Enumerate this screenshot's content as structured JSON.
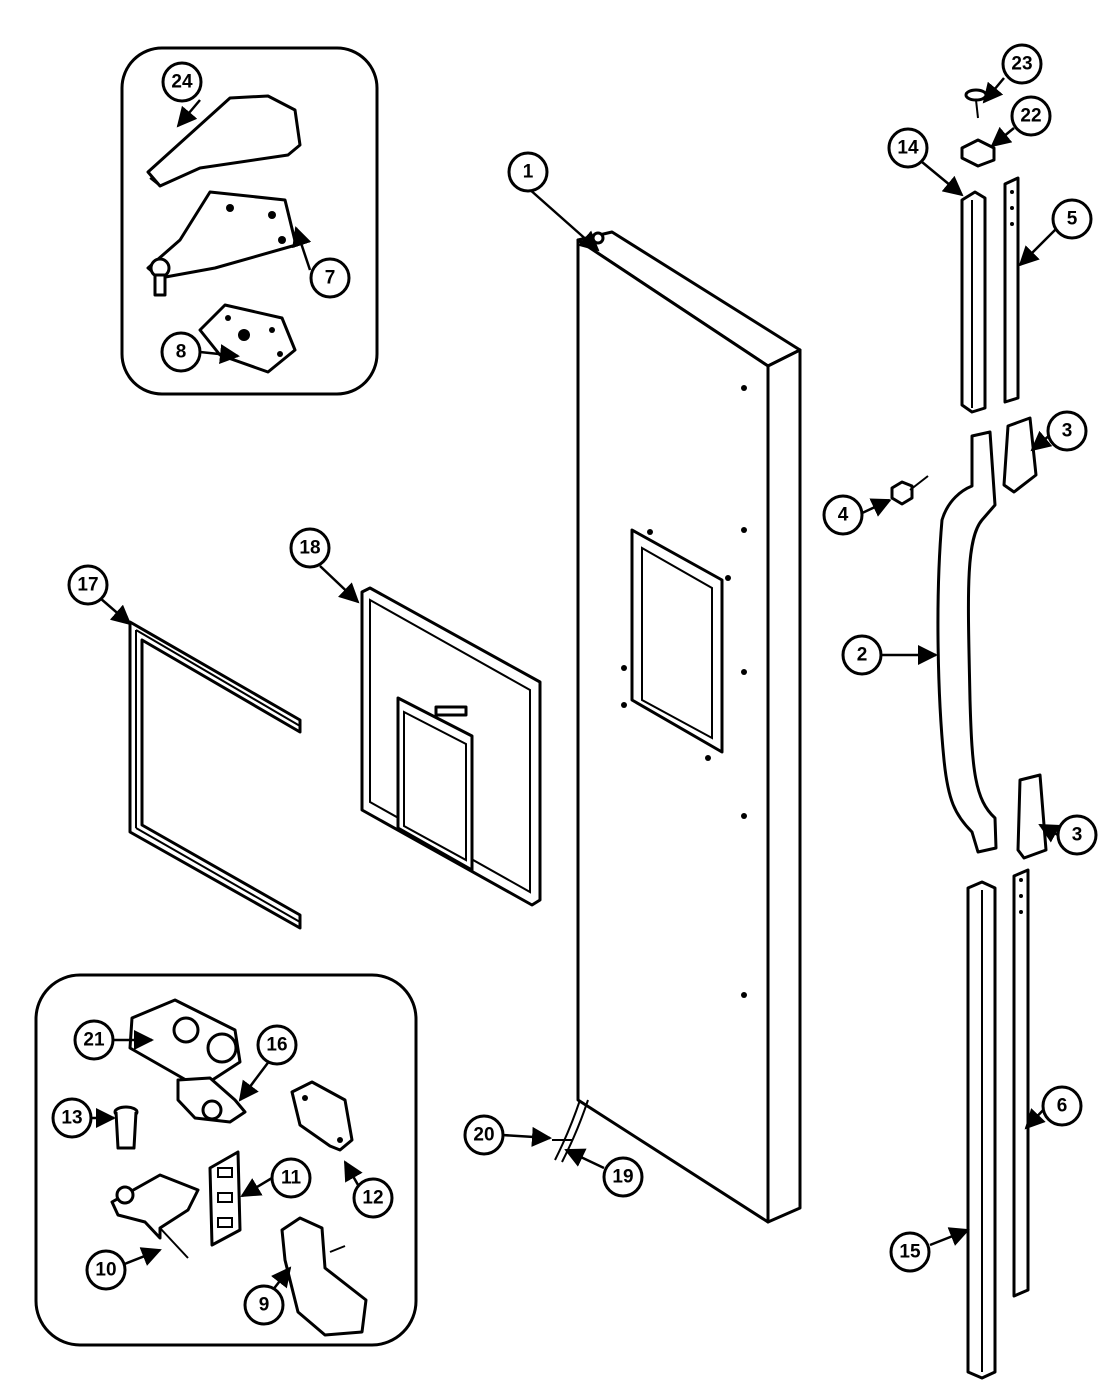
{
  "diagram": {
    "callouts": [
      {
        "id": "c1",
        "label": "1"
      },
      {
        "id": "c2",
        "label": "2"
      },
      {
        "id": "c3a",
        "label": "3"
      },
      {
        "id": "c3b",
        "label": "3"
      },
      {
        "id": "c4",
        "label": "4"
      },
      {
        "id": "c5",
        "label": "5"
      },
      {
        "id": "c6",
        "label": "6"
      },
      {
        "id": "c7",
        "label": "7"
      },
      {
        "id": "c8",
        "label": "8"
      },
      {
        "id": "c9",
        "label": "9"
      },
      {
        "id": "c10",
        "label": "10"
      },
      {
        "id": "c11",
        "label": "11"
      },
      {
        "id": "c12",
        "label": "12"
      },
      {
        "id": "c13",
        "label": "13"
      },
      {
        "id": "c14",
        "label": "14"
      },
      {
        "id": "c15",
        "label": "15"
      },
      {
        "id": "c16",
        "label": "16"
      },
      {
        "id": "c17",
        "label": "17"
      },
      {
        "id": "c18",
        "label": "18"
      },
      {
        "id": "c19",
        "label": "19"
      },
      {
        "id": "c20",
        "label": "20"
      },
      {
        "id": "c21",
        "label": "21"
      },
      {
        "id": "c22",
        "label": "22"
      },
      {
        "id": "c23",
        "label": "23"
      },
      {
        "id": "c24",
        "label": "24"
      }
    ]
  }
}
